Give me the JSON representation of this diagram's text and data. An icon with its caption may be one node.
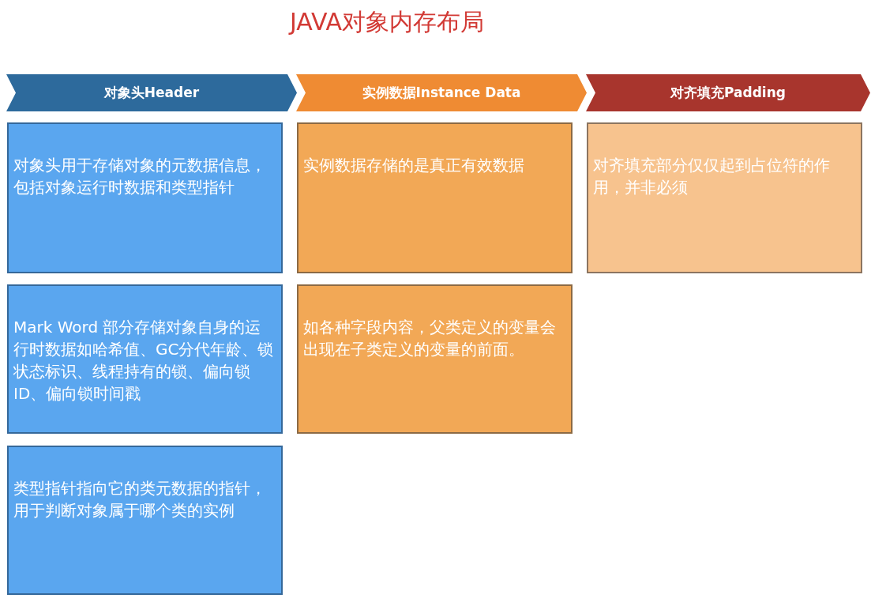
{
  "diagram": {
    "title": "JAVA对象内存布局",
    "nodes": [
      {
        "text": [
          "对象头Header"
        ]
      },
      {
        "text": [
          "实例数据Instance Data"
        ]
      },
      {
        "text": [
          "对齐填充Padding"
        ]
      },
      {
        "text": [
          "对象头用于存储对象的元数据信息，包括对象运行时数据和类型指针"
        ]
      },
      {
        "text": [
          "实例数据存储的是真正有效数据"
        ]
      },
      {
        "text": [
          "对齐填充部分仅仅起到占位符的作用，并非必须"
        ]
      },
      {
        "text": [
          "Mark Word 部分存储对象自身的运行时数据如哈希值、GC分代年龄、锁状态标识、线程持有的锁、偏向锁ID、偏向锁时间戳"
        ]
      },
      {
        "text": [
          "如各种字段内容，父类定义的变量会出现在子类定义的变量的前面。"
        ]
      },
      {
        "text": [
          "类型指针指向它的类元数据的指针，用于判断对象属于哪个类的实例"
        ]
      }
    ]
  }
}
